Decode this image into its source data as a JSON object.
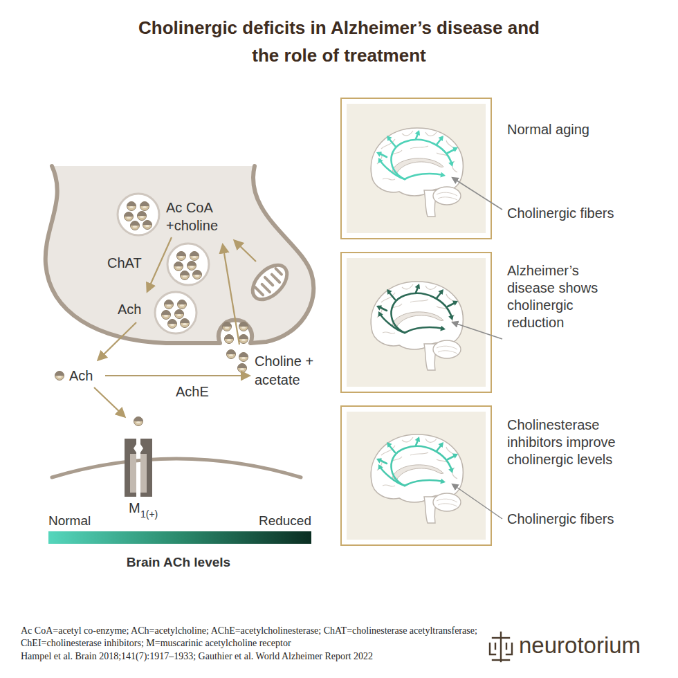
{
  "diagram": {
    "title": "Cholinergic deficits in Alzheimer’s disease and the role of treatment",
    "caption": "Ac CoA=acetyl co-enzyme; ACh=acetylcholine; AChE=acetylcholinesterase; ChAT=cholinesterase acetyltransferase; ChEI=cholinesterase inhibitors; M=muscarinic acetylcholine receptor",
    "labels": [
      "Ac CoA +choline",
      "ChAT",
      "Ach",
      "Ach",
      "AchE",
      "Choline + acetate",
      "M",
      "1(+)",
      "Normal",
      "Reduced",
      "Brain ACh levels",
      "Normal aging",
      "Cholinergic fibers",
      "Alzheimer’s disease shows cholinergic reduction",
      "Cholinesterase inhibitors improve cholinergic levels",
      "Cholinergic fibers",
      "Hampel et al. Brain 2018;141(7):1917–1933; Gauthier et al. World Alzheimer Report 2022",
      "neurotorium"
    ]
  }
}
